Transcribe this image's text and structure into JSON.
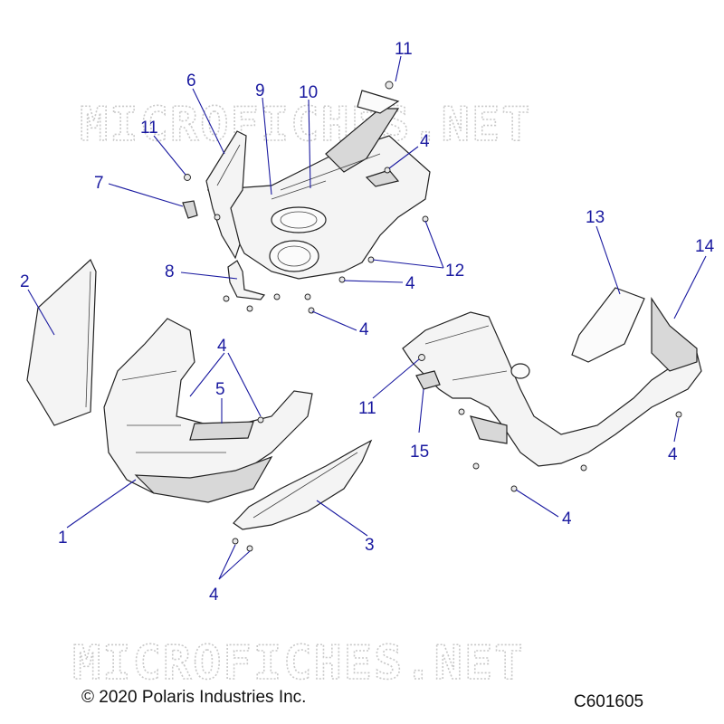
{
  "diagram": {
    "watermark": "MICROFICHES.NET",
    "callouts": [
      {
        "id": "c11a",
        "label": "11"
      },
      {
        "id": "c6",
        "label": "6"
      },
      {
        "id": "c9",
        "label": "9"
      },
      {
        "id": "c10",
        "label": "10"
      },
      {
        "id": "c4a",
        "label": "4"
      },
      {
        "id": "c11b",
        "label": "11"
      },
      {
        "id": "c7",
        "label": "7"
      },
      {
        "id": "c13",
        "label": "13"
      },
      {
        "id": "c14",
        "label": "14"
      },
      {
        "id": "c2",
        "label": "2"
      },
      {
        "id": "c8",
        "label": "8"
      },
      {
        "id": "c12",
        "label": "12"
      },
      {
        "id": "c4b",
        "label": "4"
      },
      {
        "id": "c4c",
        "label": "4"
      },
      {
        "id": "c4d",
        "label": "4"
      },
      {
        "id": "c5",
        "label": "5"
      },
      {
        "id": "c11c",
        "label": "11"
      },
      {
        "id": "c15",
        "label": "15"
      },
      {
        "id": "c4e",
        "label": "4"
      },
      {
        "id": "c1",
        "label": "1"
      },
      {
        "id": "c3",
        "label": "3"
      },
      {
        "id": "c4f",
        "label": "4"
      },
      {
        "id": "c4g",
        "label": "4"
      }
    ]
  },
  "footer": {
    "copyright": "© 2020 Polaris Industries Inc.",
    "drawing_id": "C601605"
  }
}
